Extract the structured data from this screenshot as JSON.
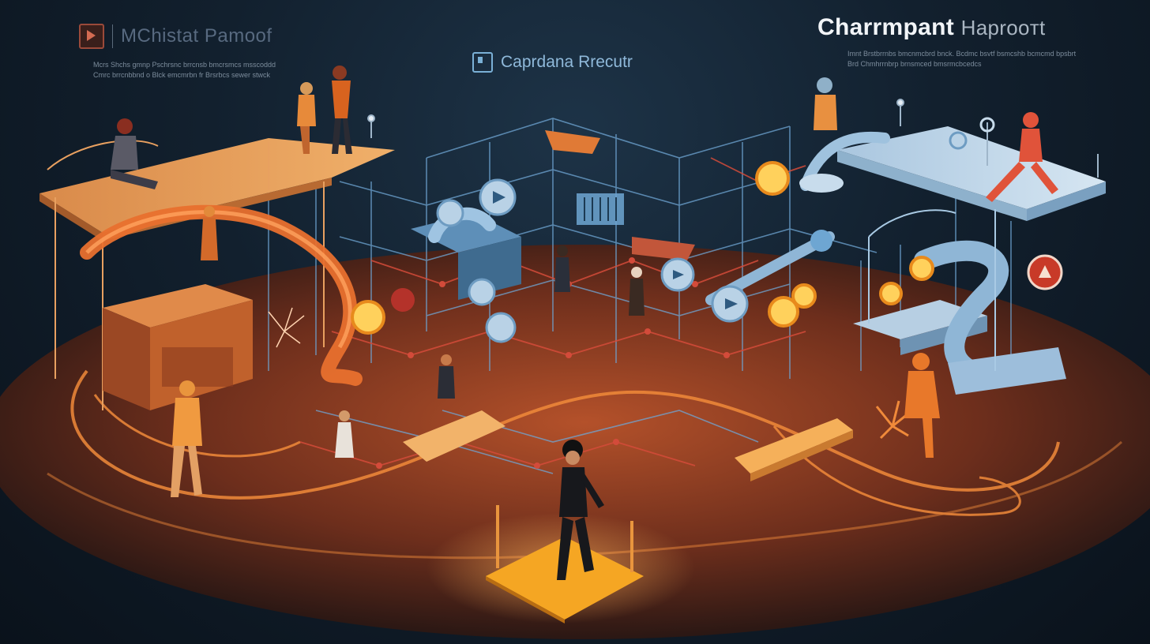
{
  "header_left": {
    "logo_icon": "play-icon",
    "brand": "MChistat Pamoof",
    "sub_lines": [
      "Mcrs Shchs gmnp Pschrsnc brrcnsb bmcrsmcs msscoddd",
      "Cmrc brrcnbbnd o Blck emcmrbn fr Brsrbcs sewer stwck"
    ]
  },
  "header_center": {
    "icon": "document-icon",
    "title": "Caprdana Rrecutr"
  },
  "header_right": {
    "title_bold": "Charrmpant",
    "title_light": "Haprooтt",
    "sub_lines": [
      "Imnt Brstbrrnbs bmcnmcbrd bnck. Bcdmc bsvtf bsmcshb bcmcmd bpsbrt",
      "Brd Chmhrrnbrp brnsmced bmsrmcbcedcs"
    ]
  },
  "colors": {
    "background": "#0f1a26",
    "floor": "#7a3520",
    "orange_accent": "#f07a2e",
    "blue_accent": "#6ea6d2",
    "spotlight": "#f5a623"
  }
}
